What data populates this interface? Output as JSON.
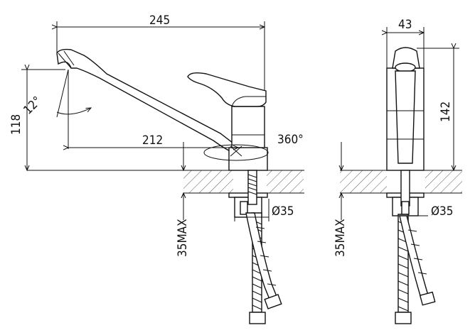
{
  "side_view": {
    "dim_width": "245",
    "dim_height": "118",
    "dim_spout_angle": "12°",
    "dim_reach": "212",
    "dim_rotation": "360°",
    "dim_hole": "Ø35",
    "dim_max_thickness": "35MAX"
  },
  "front_view": {
    "dim_width": "43",
    "dim_height": "142",
    "dim_hole": "Ø35",
    "dim_max_thickness": "35MAX"
  }
}
